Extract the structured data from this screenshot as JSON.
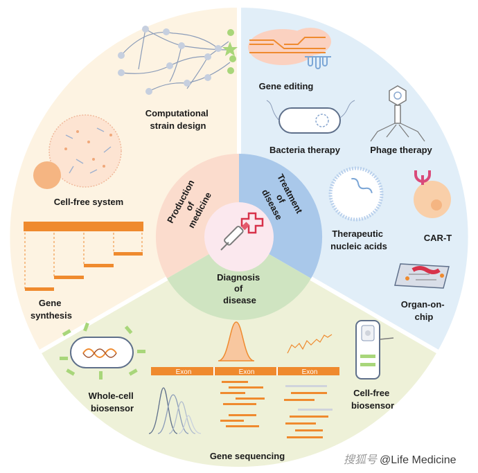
{
  "center": {
    "production": [
      "Production",
      "of",
      "medicine"
    ],
    "treatment": [
      "Treatment",
      "of",
      "disease"
    ],
    "diagnosis": [
      "Diagnosis",
      "of",
      "disease"
    ]
  },
  "production": {
    "computational_strain_design": [
      "Computational",
      "strain design"
    ],
    "cell_free_system": "Cell-free system",
    "gene_synthesis": [
      "Gene",
      "synthesis"
    ]
  },
  "treatment": {
    "gene_editing": "Gene editing",
    "bacteria_therapy": "Bacteria therapy",
    "phage_therapy": "Phage therapy",
    "therapeutic_nucleic_acids": [
      "Therapeutic",
      "nucleic acids"
    ],
    "car_t": "CAR-T",
    "organ_on_chip": [
      "Organ-on-",
      "chip"
    ]
  },
  "diagnosis": {
    "whole_cell_biosensor": [
      "Whole-cell",
      "biosensor"
    ],
    "cell_free_biosensor": [
      "Cell-free",
      "biosensor"
    ],
    "gene_sequencing": "Gene sequencing",
    "exon_labels": [
      "Exon",
      "Exon",
      "Exon"
    ]
  },
  "watermark": {
    "prefix": "搜狐号",
    "text": "@Life Medicine"
  },
  "colors": {
    "production_bg": "#fdf3e2",
    "treatment_bg": "#e1eef8",
    "diagnosis_bg": "#eef1d8",
    "production_inner": "#fbdccd",
    "treatment_inner": "#a9c8ea",
    "diagnosis_inner": "#cfe4c1",
    "center_core": "#fbe8ee",
    "accent_orange": "#ef8a2e",
    "accent_red": "#d7324a",
    "accent_green": "#9bcf6d",
    "grey": "#c0c8d8"
  }
}
